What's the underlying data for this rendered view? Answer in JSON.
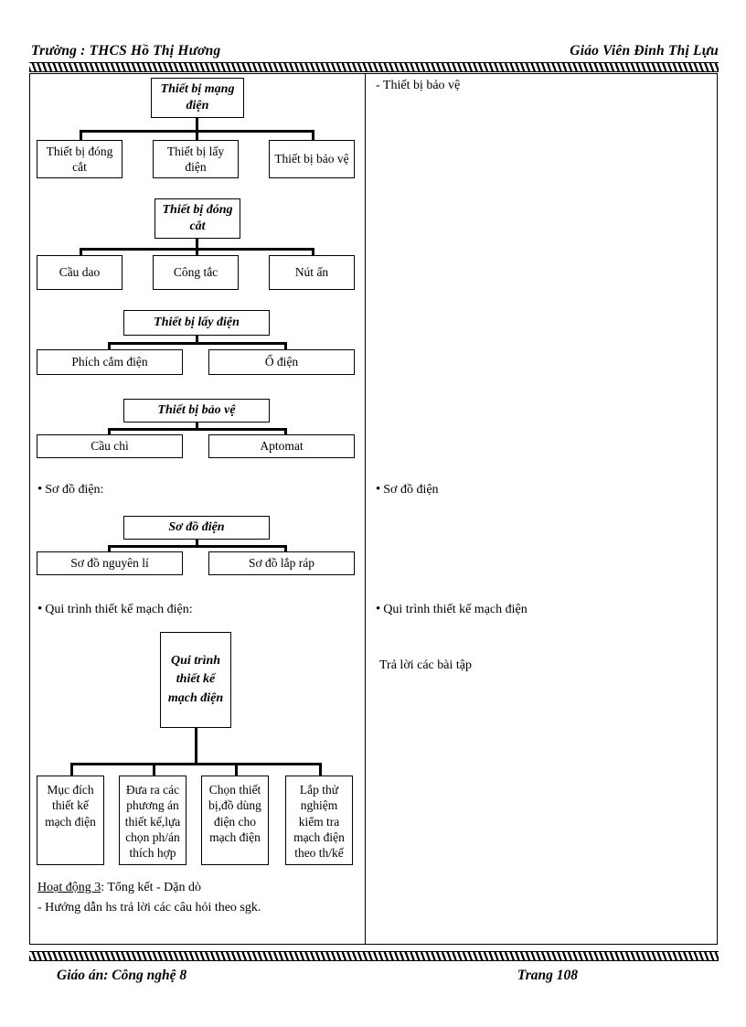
{
  "header": {
    "left": "Trường : THCS  Hồ Thị Hương",
    "right": "Giáo Viên Đinh Thị Lựu"
  },
  "footer": {
    "left": "Giáo án: Công nghệ 8",
    "right": "Trang 108"
  },
  "left_column": {
    "diagrams": [
      {
        "id": "thiet-bi-mang-dien",
        "root": "Thiết bị mạng điện",
        "children": [
          "Thiết bị đóng cắt",
          "Thiết bị lấy điện",
          "Thiết bị bảo vệ"
        ]
      },
      {
        "id": "thiet-bi-dong-cat",
        "root": "Thiết bị đóng cắt",
        "children": [
          "Cầu dao",
          "Công tắc",
          "Nút ấn"
        ]
      },
      {
        "id": "thiet-bi-lay-dien",
        "root": "Thiết bị lấy điện",
        "children": [
          "Phích  cắm điện",
          "Ổ điện"
        ]
      },
      {
        "id": "thiet-bi-bao-ve",
        "root": "Thiết bị bảo vệ",
        "children": [
          "Cầu chì",
          "Aptomat"
        ]
      },
      {
        "id": "so-do-dien",
        "root": "Sơ đồ điện",
        "children": [
          "Sơ đồ nguyên  lí",
          "Sơ đồ lắp ráp"
        ]
      },
      {
        "id": "qui-trinh-thiet-ke-mach-dien",
        "root": "Qui trình thiết kế mạch điện",
        "children": [
          "Mục đích thiết kế  mạch  điện",
          "Đưa ra các phương án thiết kế,lựa chọn ph/án thích  hợp",
          "Chọn thiết bị,đồ dùng điện  cho mạch  điện",
          "Lắp thử nghiệm kiểm tra mạch điện theo th/kế"
        ]
      }
    ],
    "bullets": {
      "so_do_dien": "Sơ đồ điện:",
      "qui_trinh": "Qui trình thiết kế mạch điện:"
    },
    "closing": {
      "activity_label": "Hoạt động 3",
      "activity_rest": ": Tổng kết - Dặn dò",
      "guidance": "- Hướng dẫn hs trả lời các câu hỏi theo sgk."
    }
  },
  "right_column": {
    "lines": [
      "- Thiết bị bảo vệ",
      "Sơ đồ điện",
      "Qui trình thiết kế mạch điện",
      "Trả lời các bài tập"
    ]
  }
}
